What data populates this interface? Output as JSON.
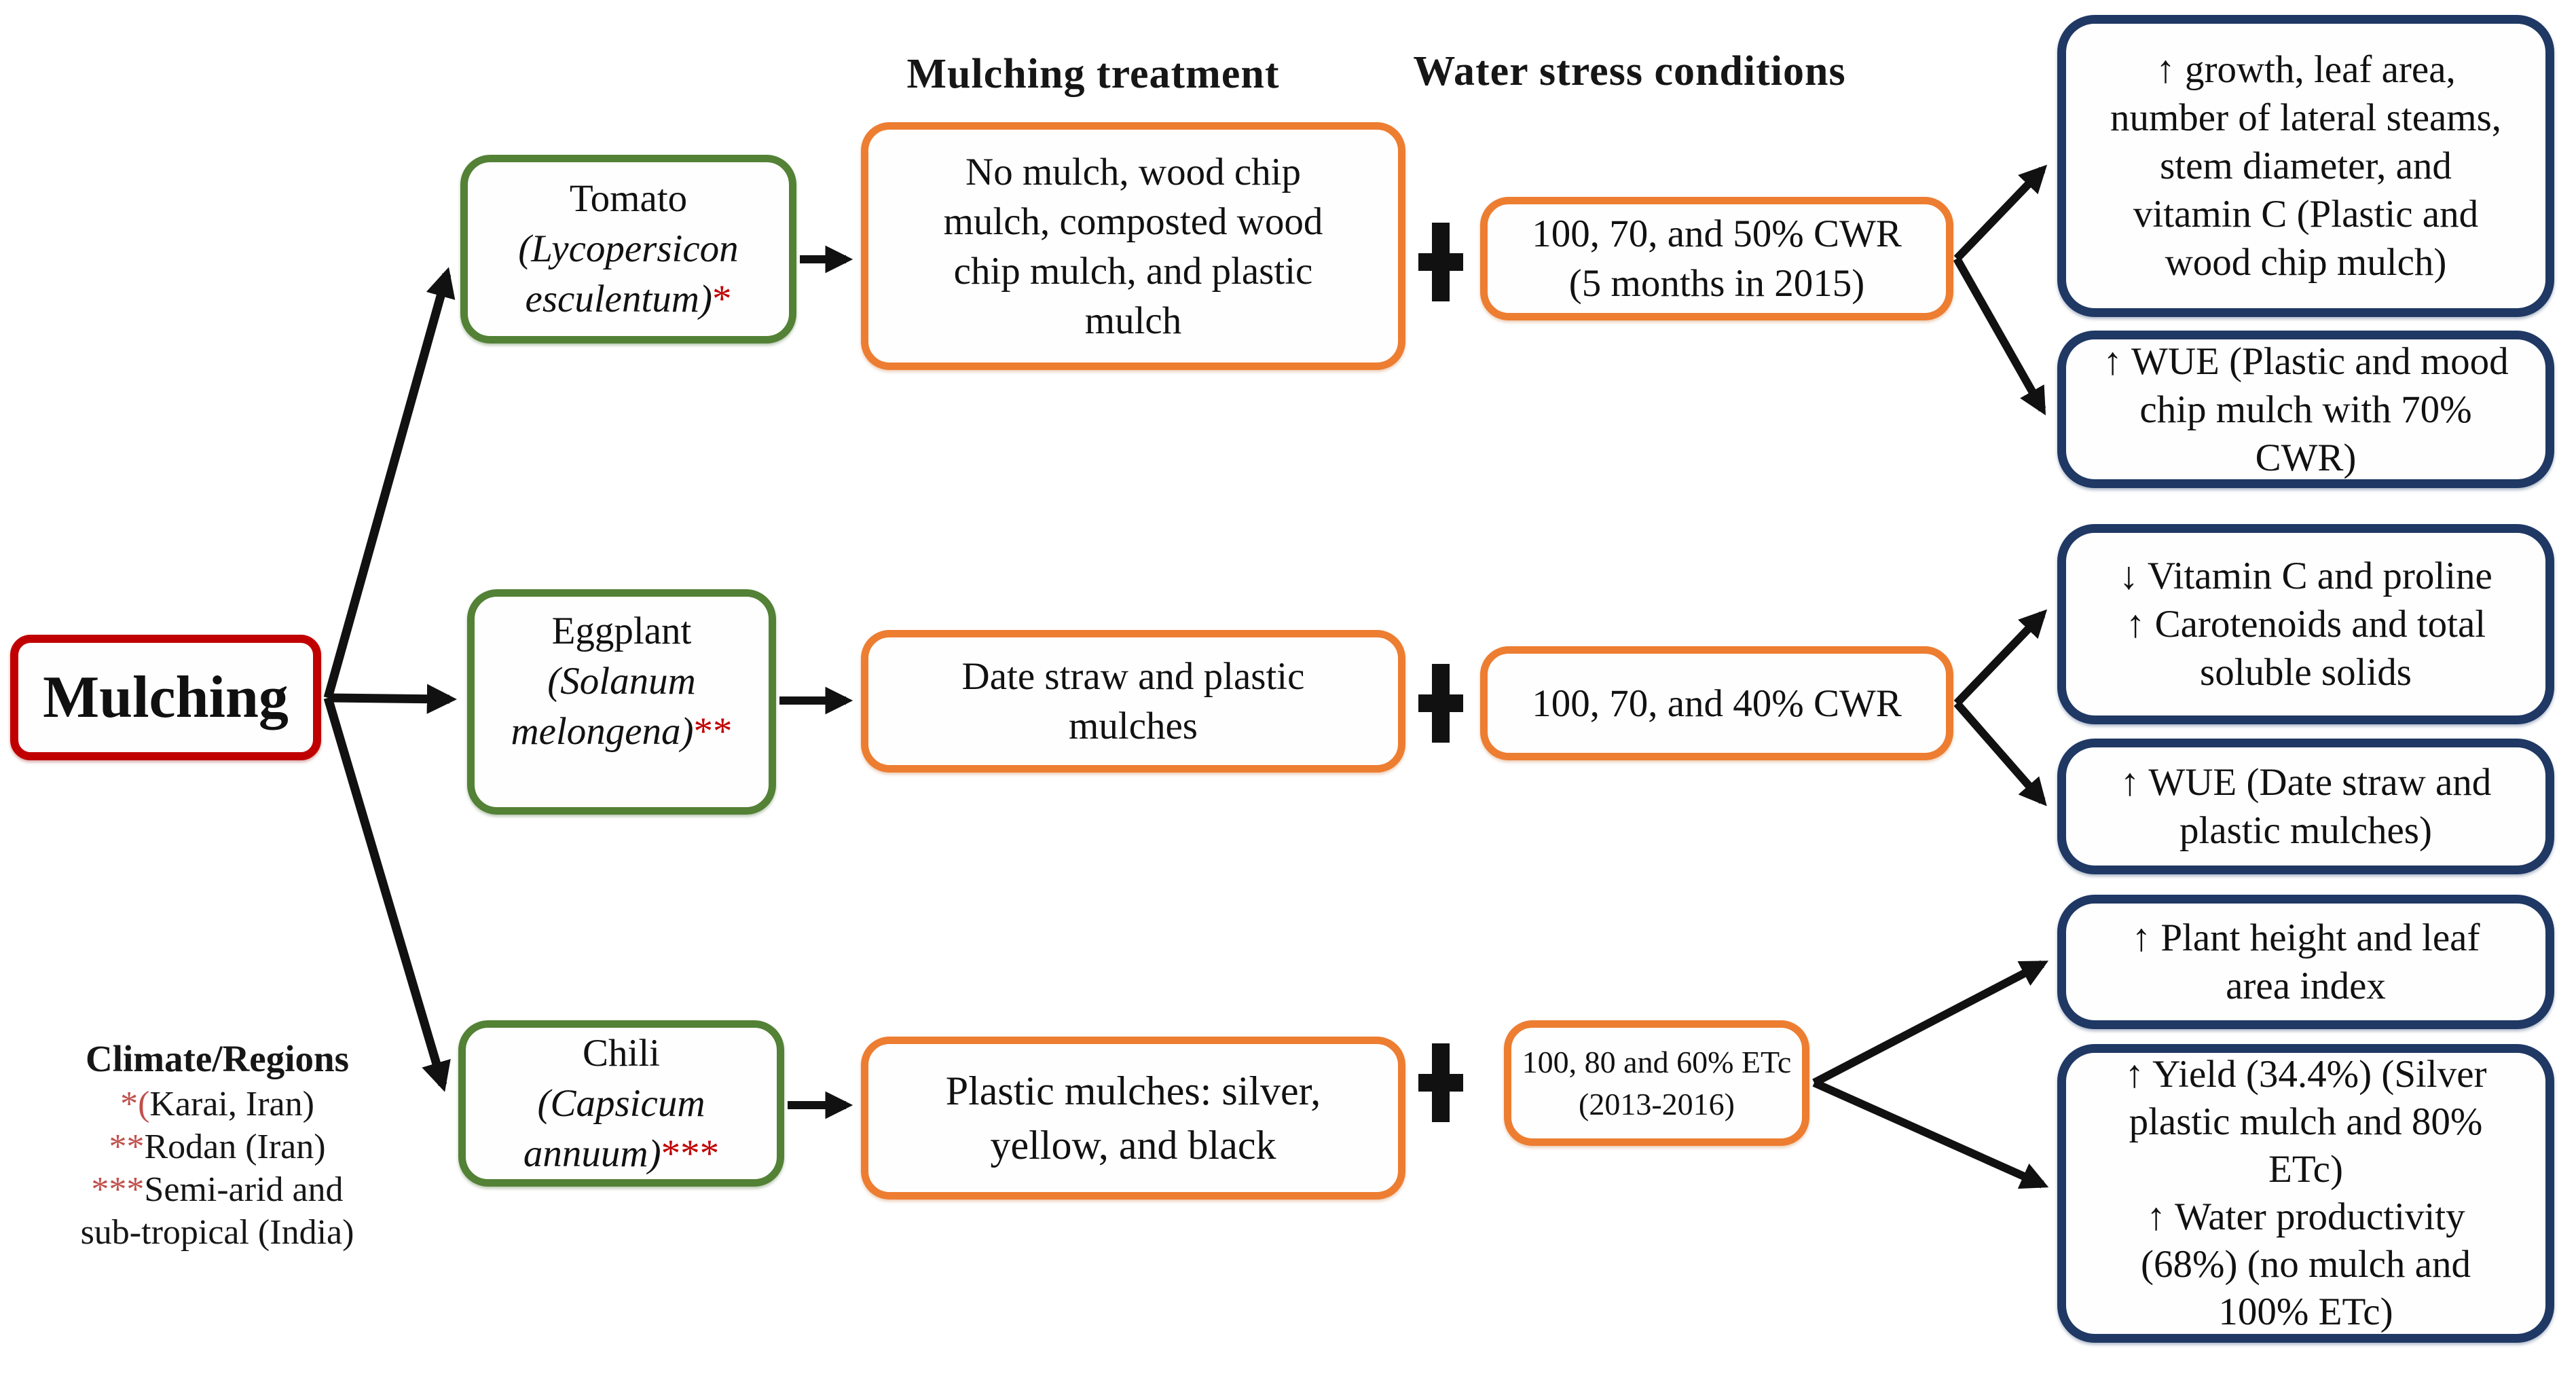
{
  "headers": {
    "mulching_treatment": "Mulching treatment",
    "water_stress": "Water stress conditions"
  },
  "root": {
    "label": "Mulching"
  },
  "plus_symbol": "+",
  "colors": {
    "root_border": "#C00000",
    "crop_border": "#538135",
    "treatment_border": "#ED7D31",
    "outcome_border": "#1F3864",
    "species_asterisk": "#C00000",
    "footnote_marker": "#C0504D",
    "arrow": "#111111"
  },
  "rows": [
    {
      "crop": {
        "common_name": "Tomato",
        "species_line1": "(Lycopersicon",
        "species_line2": "esculentum)",
        "asterisks": "*"
      },
      "treatment": "No mulch, wood chip\nmulch, composted wood\nchip mulch, and plastic\nmulch",
      "water_stress": "100, 70, and 50% CWR\n(5 months in 2015)",
      "outcomes": [
        "↑ growth, leaf area,\nnumber of lateral steams,\nstem diameter, and\nvitamin C (Plastic and\nwood chip mulch)",
        "↑ WUE (Plastic and mood\nchip mulch with 70%\nCWR)"
      ]
    },
    {
      "crop": {
        "common_name": "Eggplant",
        "species_line1": "(Solanum",
        "species_line2": "melongena)",
        "asterisks": "**"
      },
      "treatment": "Date straw and plastic\nmulches",
      "water_stress": "100, 70, and 40% CWR",
      "outcomes": [
        "↓ Vitamin C and proline\n↑ Carotenoids and total\nsoluble solids",
        "↑ WUE (Date straw and\nplastic mulches)"
      ]
    },
    {
      "crop": {
        "common_name": "Chili",
        "species_line1": "(Capsicum",
        "species_line2": "annuum)",
        "asterisks": "***"
      },
      "treatment": "Plastic mulches: silver,\nyellow, and black",
      "water_stress": "100, 80 and 60% ETc\n(2013-2016)",
      "outcomes": [
        "↑ Plant height and leaf\narea index",
        "↑ Yield (34.4%) (Silver\nplastic mulch and 80%\nETc)\n↑ Water productivity\n(68%) (no mulch and\n100% ETc)"
      ]
    }
  ],
  "footnote": {
    "title": "Climate/Regions",
    "entries": [
      {
        "marker": "*(",
        "text": "Karai, Iran)"
      },
      {
        "marker": "**",
        "text": "Rodan (Iran)"
      },
      {
        "marker": "***",
        "text": "Semi-arid and"
      },
      {
        "marker": "",
        "text": "sub-tropical (India)"
      }
    ]
  }
}
